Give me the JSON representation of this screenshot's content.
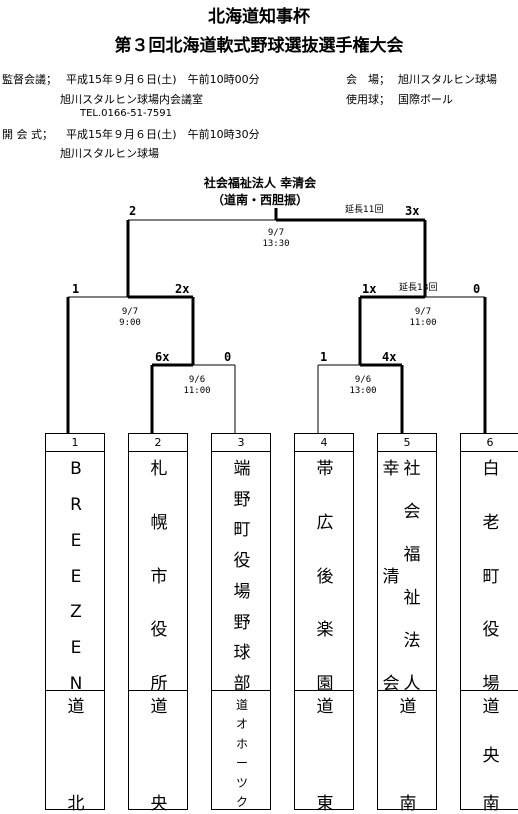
{
  "title": {
    "line1": "北海道知事杯",
    "line2": "第３回北海道軟式野球選抜選手権大会"
  },
  "info": {
    "kantoku_label": "監督会議；",
    "kantoku_date": "平成15年９月６日(土)　午前10時00分",
    "kantoku_place": "旭川スタルヒン球場内会議室",
    "tel": "TEL.0166-51-7591",
    "kaikai_label": "開 会 式；",
    "kaikai_date": "平成15年９月６日(土)　午前10時30分",
    "kaikai_place": "旭川スタルヒン球場",
    "venue_label": "会　場；",
    "venue": "旭川スタルヒン球場",
    "ball_label": "使用球；",
    "ball": "国際ボール"
  },
  "champion": {
    "name": "社会福祉法人 幸清会",
    "region": "（道南・西胆振）"
  },
  "games": {
    "final": {
      "left_score": "2",
      "right_score": "3x",
      "note": "延長11回",
      "date": "9/7",
      "time": "13:30"
    },
    "semi1": {
      "left_score": "1",
      "right_score": "2x",
      "date": "9/7",
      "time": "9:00"
    },
    "semi2": {
      "left_score": "1x",
      "right_score": "0",
      "note": "延長13回",
      "date": "9/7",
      "time": "11:00"
    },
    "qf1": {
      "left_score": "6x",
      "right_score": "0",
      "date": "9/6",
      "time": "11:00"
    },
    "qf2": {
      "left_score": "1",
      "right_score": "4x",
      "date": "9/6",
      "time": "13:00"
    }
  },
  "teams": [
    {
      "seed": "1",
      "name": [
        "B",
        "R",
        "E",
        "E",
        "Z",
        "E",
        "N"
      ],
      "pref": [
        "道",
        "北"
      ]
    },
    {
      "seed": "2",
      "name": [
        "札",
        "幌",
        "市",
        "役",
        "所"
      ],
      "pref": [
        "道",
        "央"
      ]
    },
    {
      "seed": "3",
      "name": [
        "端",
        "野",
        "町",
        "役",
        "場",
        "野",
        "球",
        "部"
      ],
      "pref": [
        "道",
        "オ",
        "ホ",
        "ー",
        "ツ",
        "ク"
      ]
    },
    {
      "seed": "4",
      "name": [
        "帯",
        "広",
        "後",
        "楽",
        "園"
      ],
      "pref": [
        "道",
        "東"
      ]
    },
    {
      "seed": "5",
      "name_left": [
        "幸",
        "清",
        "会"
      ],
      "name_right": [
        "社",
        "会",
        "福",
        "祉",
        "法",
        "人"
      ],
      "pref": [
        "道",
        "南"
      ]
    },
    {
      "seed": "6",
      "name": [
        "白",
        "老",
        "町",
        "役",
        "場"
      ],
      "pref": [
        "道",
        "央",
        "南"
      ]
    }
  ]
}
